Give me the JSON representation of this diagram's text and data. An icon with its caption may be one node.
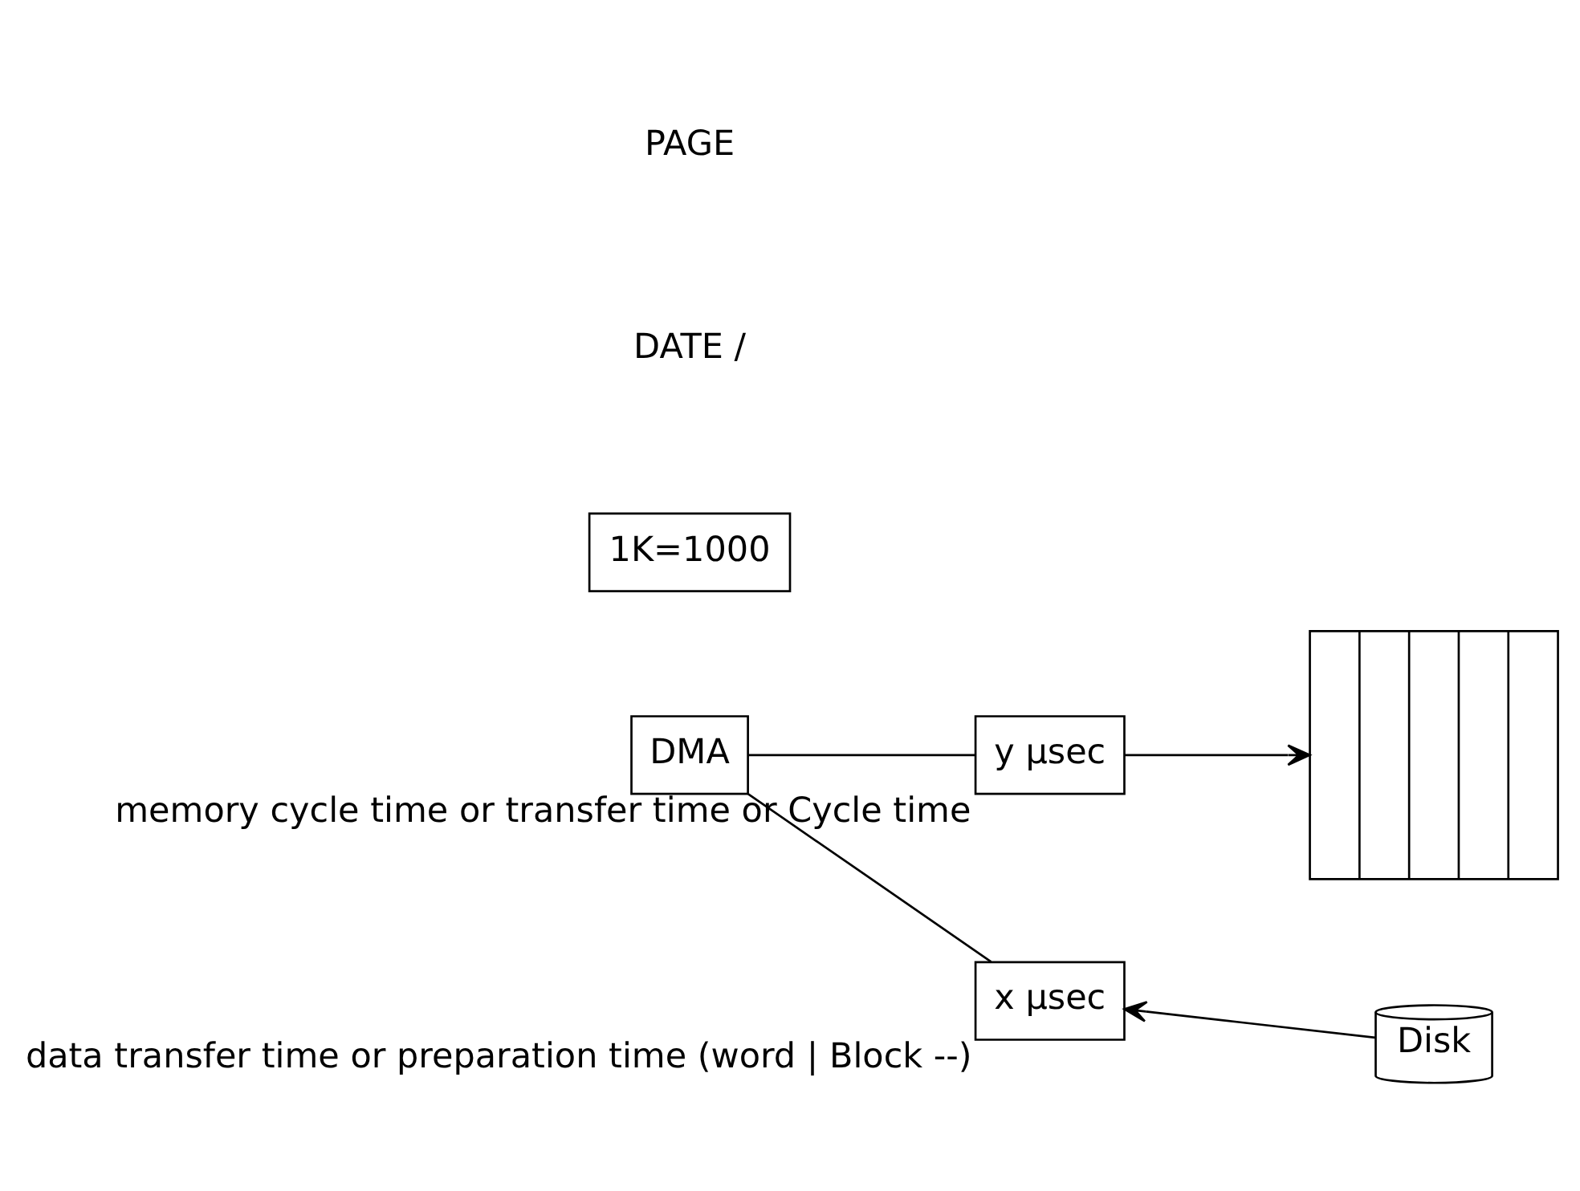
{
  "diagram": {
    "nodes": [
      {
        "text": [
          "y μsec"
        ],
        "beside": [
          "memory cycle time or transfer time or Cycle time"
        ]
      },
      {
        "text": [],
        "shape": "box"
      },
      {
        "text": [
          "DMA"
        ]
      },
      {
        "text": [
          "x μsec"
        ],
        "beside": [
          "data transfer time or preparation time (word | Block --)"
        ]
      },
      {
        "text": [
          "Disk"
        ]
      },
      {
        "text": [
          "1K=1000"
        ]
      }
    ],
    "edges": [
      {
        "from": 2,
        "to": 0,
        "arrow": "none"
      },
      {
        "from": 0,
        "to": 1,
        "arrow": "to"
      },
      {
        "from": 4,
        "to": 3,
        "arrow": "to"
      },
      {
        "from": 3,
        "to": 2,
        "arrow": "none"
      }
    ],
    "labels": [
      "DATE /",
      "PAGE"
    ]
  }
}
